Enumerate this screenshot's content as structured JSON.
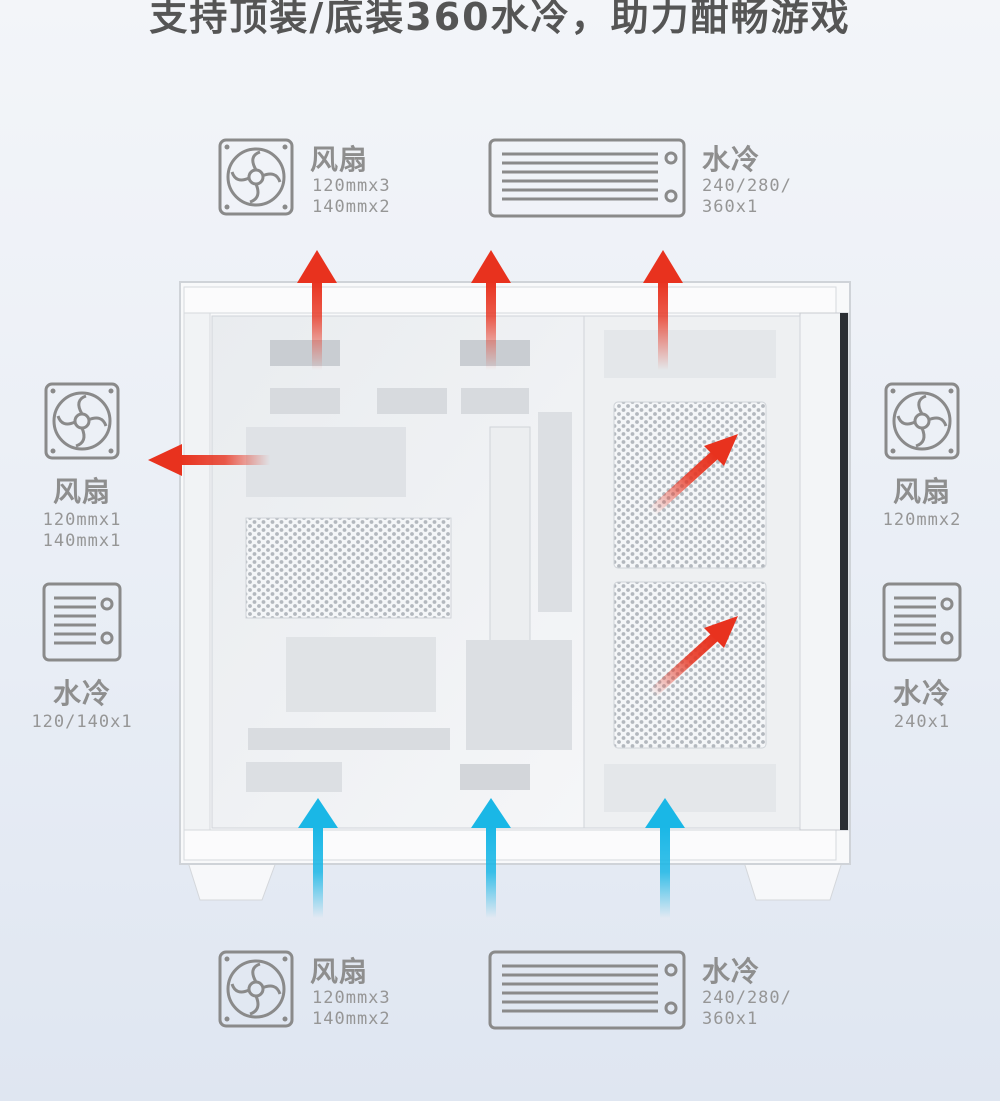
{
  "headline": "支持顶装/底装360水冷，助力酣畅游戏",
  "icons": {
    "fan": "fan-icon",
    "radiator": "radiator-icon",
    "exhaust": "red-arrow-icon",
    "intake": "blue-arrow-icon"
  },
  "colors": {
    "exhaust": "#e8321e",
    "intake": "#1ab7e6",
    "icon": "#8a8a8a"
  },
  "top": {
    "fan": {
      "name": "风扇",
      "line1": "120mmx3",
      "line2": "140mmx2"
    },
    "radiator": {
      "name": "水冷",
      "line1": "240/280/",
      "line2": "360x1"
    }
  },
  "left": {
    "fan": {
      "name": "风扇",
      "line1": "120mmx1",
      "line2": "140mmx1"
    },
    "radiator": {
      "name": "水冷",
      "line1": "120/140x1"
    }
  },
  "right": {
    "fan": {
      "name": "风扇",
      "line1": "120mmx2"
    },
    "radiator": {
      "name": "水冷",
      "line1": "240x1"
    }
  },
  "bottom": {
    "fan": {
      "name": "风扇",
      "line1": "120mmx3",
      "line2": "140mmx2"
    },
    "radiator": {
      "name": "水冷",
      "line1": "240/280/",
      "line2": "360x1"
    }
  }
}
